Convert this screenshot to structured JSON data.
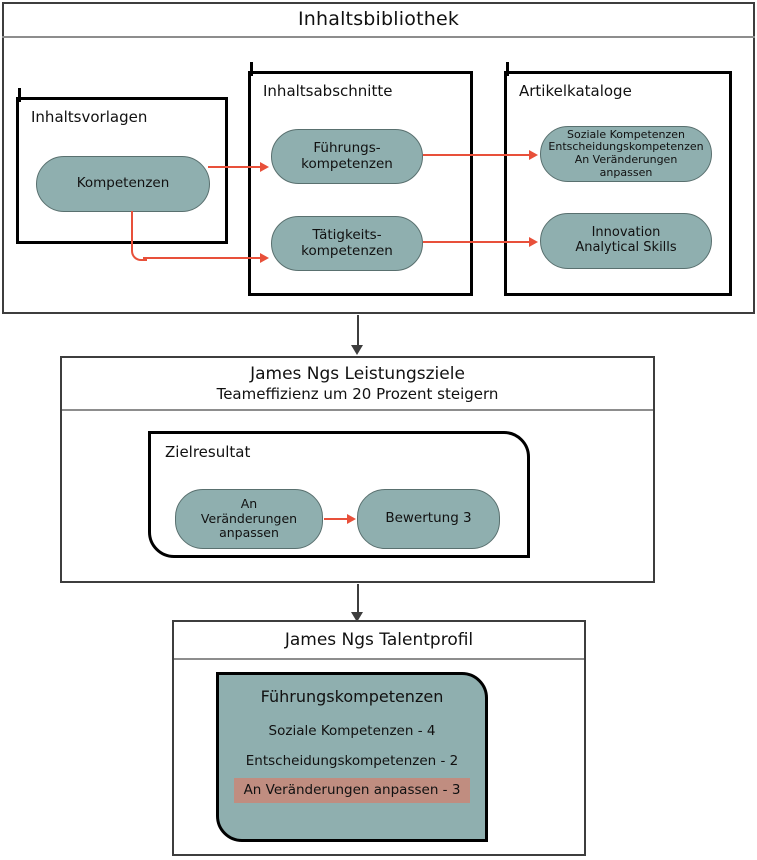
{
  "library": {
    "title": "Inhaltsbibliothek",
    "groups": [
      {
        "label": "Inhaltsvorlagen"
      },
      {
        "label": "Inhaltsabschnitte"
      },
      {
        "label": "Artikelkataloge"
      }
    ],
    "nodes": {
      "competencies": "Kompetenzen",
      "leadership": "Führungs-\nkompetenzen",
      "leadership_l1": "Führungs-",
      "leadership_l2": "kompetenzen",
      "activity_l1": "Tätigkeits-",
      "activity_l2": "kompetenzen",
      "catalog_a_l1": "Soziale Kompetenzen",
      "catalog_a_l2": "Entscheidungskompetenzen",
      "catalog_a_l3": "An Veränderungen",
      "catalog_a_l4": "anpassen",
      "catalog_b_l1": "Innovation",
      "catalog_b_l2": "Analytical Skills"
    }
  },
  "goals_panel": {
    "title": "James Ngs Leistungsziele",
    "subtitle": "Teameffizienz um 20 Prozent steigern",
    "container_label": "Zielresultat",
    "node_a_l1": "An",
    "node_a_l2": "Veränderungen",
    "node_a_l3": "anpassen",
    "node_b": "Bewertung 3"
  },
  "talent_panel": {
    "title": "James Ngs Talentprofil",
    "card_title": "Führungskompetenzen",
    "rows": [
      {
        "label": "Soziale Kompetenzen - 4",
        "highlighted": false
      },
      {
        "label": "Entscheidungskompetenzen - 2",
        "highlighted": false
      },
      {
        "label": "An Veränderungen anpassen - 3",
        "highlighted": true
      }
    ]
  },
  "colors": {
    "node_fill": "#8FAFAF",
    "node_stroke": "#59706F",
    "connector": "#E8503A",
    "flow_arrow": "#3D3D3D",
    "highlight": "#C08D80",
    "frame": "#3D3D3D",
    "group_border": "#000000",
    "background": "#FFFFFF"
  }
}
